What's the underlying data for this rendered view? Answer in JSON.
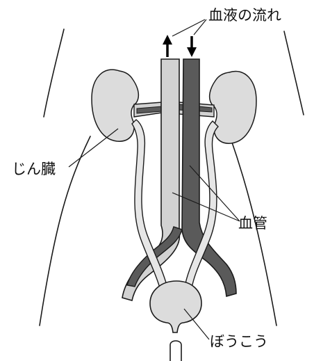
{
  "labels": {
    "blood_flow": "血液の流れ",
    "kidney": "じん臓",
    "blood_vessel": "血管",
    "bladder": "ぼうこう"
  },
  "colors": {
    "kidney_fill": "#dcdcdc",
    "artery_fill": "#5a5a5a",
    "vein_fill": "#d2d2d2",
    "ureter_fill": "#e6e6e6",
    "line": "#1a1a1a"
  }
}
